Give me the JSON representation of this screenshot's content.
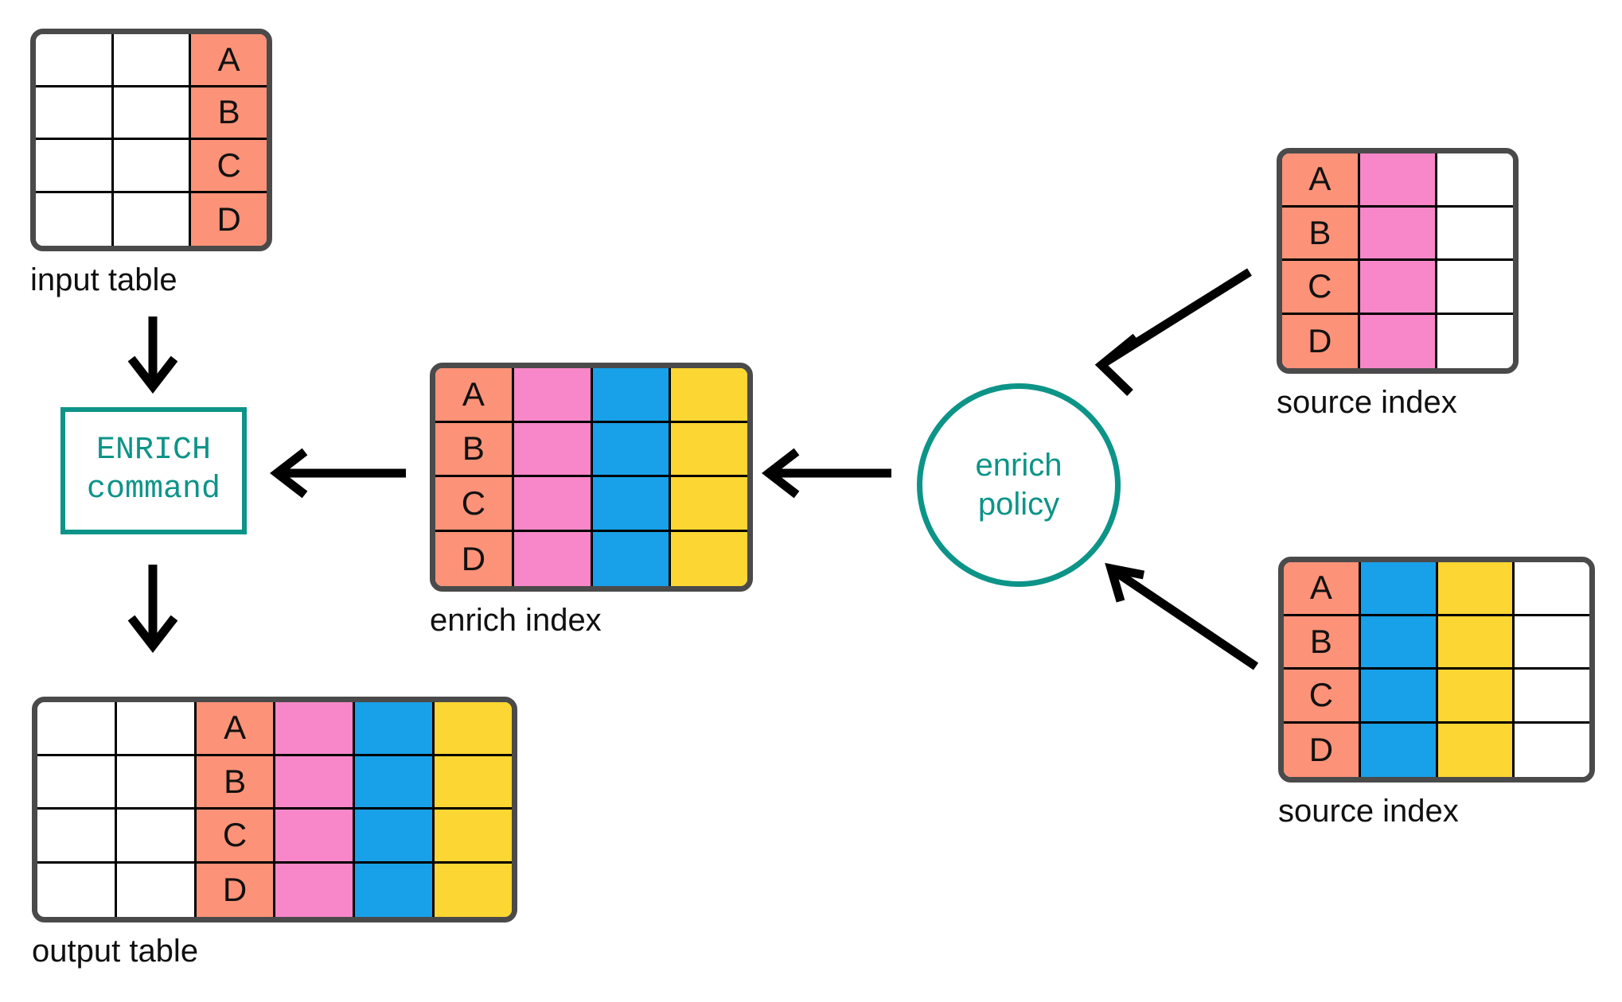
{
  "diagram": {
    "title": "ENRICH command enrich policy data flow",
    "colors": {
      "salmon": "#fc9278",
      "pink": "#f787c8",
      "blue": "#18a0e8",
      "yellow": "#fcd632",
      "white": "#ffffff",
      "teal": "#0d9488",
      "table_border": "#4a4a4a",
      "cell_border": "#000000",
      "arrow": "#000000"
    },
    "keys": [
      "A",
      "B",
      "C",
      "D"
    ],
    "input_table": {
      "caption": "input table",
      "columns": [
        "white",
        "white",
        "salmon"
      ],
      "rows": [
        [
          "",
          "",
          "A"
        ],
        [
          "",
          "",
          "B"
        ],
        [
          "",
          "",
          "C"
        ],
        [
          "",
          "",
          "D"
        ]
      ]
    },
    "output_table": {
      "caption": "output table",
      "columns": [
        "white",
        "white",
        "salmon",
        "pink",
        "blue",
        "yellow"
      ],
      "rows": [
        [
          "",
          "",
          "A",
          "",
          "",
          ""
        ],
        [
          "",
          "",
          "B",
          "",
          "",
          ""
        ],
        [
          "",
          "",
          "C",
          "",
          "",
          ""
        ],
        [
          "",
          "",
          "D",
          "",
          "",
          ""
        ]
      ]
    },
    "enrich_index": {
      "caption": "enrich index",
      "columns": [
        "salmon",
        "pink",
        "blue",
        "yellow"
      ],
      "rows": [
        [
          "A",
          "",
          "",
          ""
        ],
        [
          "B",
          "",
          "",
          ""
        ],
        [
          "C",
          "",
          "",
          ""
        ],
        [
          "D",
          "",
          "",
          ""
        ]
      ]
    },
    "source_index_top": {
      "caption": "source index",
      "columns": [
        "salmon",
        "pink",
        "white"
      ],
      "rows": [
        [
          "A",
          "",
          ""
        ],
        [
          "B",
          "",
          ""
        ],
        [
          "C",
          "",
          ""
        ],
        [
          "D",
          "",
          ""
        ]
      ]
    },
    "source_index_bottom": {
      "caption": "source index",
      "columns": [
        "salmon",
        "blue",
        "yellow",
        "white"
      ],
      "rows": [
        [
          "A",
          "",
          "",
          ""
        ],
        [
          "B",
          "",
          "",
          ""
        ],
        [
          "C",
          "",
          "",
          ""
        ],
        [
          "D",
          "",
          "",
          ""
        ]
      ]
    },
    "command_box": {
      "line1": "ENRICH",
      "line2": "command"
    },
    "policy_node": {
      "line1": "enrich",
      "line2": "policy"
    },
    "arrows": [
      {
        "name": "input-to-command",
        "direction": "down"
      },
      {
        "name": "command-to-output",
        "direction": "down"
      },
      {
        "name": "enrich-index-to-command",
        "direction": "left"
      },
      {
        "name": "policy-to-enrich-index",
        "direction": "left"
      },
      {
        "name": "source-index-top-to-policy",
        "direction": "down-left"
      },
      {
        "name": "source-index-bottom-to-policy",
        "direction": "up-left"
      }
    ]
  }
}
